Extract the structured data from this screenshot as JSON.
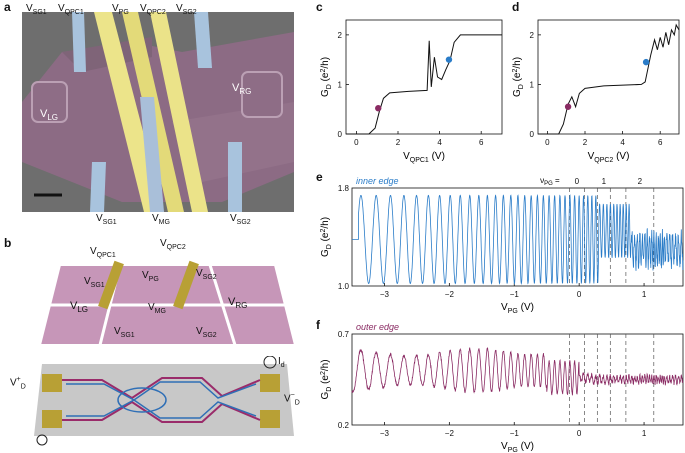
{
  "panel_labels": {
    "a": "a",
    "b": "b",
    "c": "c",
    "d": "d",
    "e": "e",
    "f": "f"
  },
  "panel_a": {
    "top_labels": [
      "V_SG1",
      "V_QPC1",
      "V_PG",
      "V_QPC2",
      "V_SG2"
    ],
    "bottom_labels": [
      "V_SG1",
      "V_MG",
      "V_SG2"
    ],
    "side_labels": {
      "left": "V_LG",
      "right": "V_RG"
    },
    "colors": {
      "sample": "#8f6f86",
      "sg_gates": "#9fb8d6",
      "qpc_gates": "#e6e08a",
      "mg_gate": "#a9bfd9",
      "background": "#6f6f6f"
    }
  },
  "panel_b": {
    "gate_labels": [
      "V_QPC1",
      "V_QPC2",
      "V_SG1",
      "V_PG",
      "V_SG2",
      "V_LG",
      "V_MG",
      "V_RG",
      "V_SG1",
      "V_SG2"
    ],
    "device_labels": [
      "V_SG1",
      "V_PG",
      "V_SG2",
      "V_LG",
      "V_MG",
      "V_RG",
      "V_SG1",
      "V_SG2"
    ],
    "contact_labels": {
      "vplus": "V_D^+",
      "vminus": "V_D^-",
      "current": "I_d"
    },
    "colors": {
      "gate_layer": "#c696b8",
      "device": "#c8c8c8",
      "contacts": "#b8a035",
      "inner_edge": "#2f6fb6",
      "outer_edge": "#9a2b6a"
    }
  },
  "chart_data": [
    {
      "id": "c",
      "type": "line",
      "xlabel": "V_QPC1 (V)",
      "ylabel": "G_D (e^2/h)",
      "xlim": [
        -0.5,
        7
      ],
      "ylim": [
        0,
        2.3
      ],
      "xticks": [
        "0",
        "2",
        "4",
        "6"
      ],
      "yticks": [
        "0",
        "1",
        "2"
      ],
      "series": [
        {
          "values": [
            [
              -0.5,
              0
            ],
            [
              0.6,
              0
            ],
            [
              0.9,
              0.12
            ],
            [
              1.1,
              0.45
            ],
            [
              1.3,
              0.72
            ],
            [
              1.6,
              0.83
            ],
            [
              2.5,
              0.86
            ],
            [
              3.4,
              0.88
            ],
            [
              3.5,
              1.88
            ],
            [
              3.6,
              0.95
            ],
            [
              3.75,
              1.55
            ],
            [
              3.9,
              1.15
            ],
            [
              4.1,
              1.1
            ],
            [
              4.3,
              1.3
            ],
            [
              4.5,
              1.48
            ],
            [
              4.7,
              1.85
            ],
            [
              5.0,
              2.0
            ],
            [
              7,
              2.0
            ]
          ]
        }
      ],
      "markers": [
        {
          "x": 1.05,
          "y": 0.52,
          "color": "#8a2b63"
        },
        {
          "x": 4.45,
          "y": 1.5,
          "color": "#2a7cc8"
        }
      ]
    },
    {
      "id": "d",
      "type": "line",
      "xlabel": "V_QPC2 (V)",
      "ylabel": "G_D (e^2/h)",
      "xlim": [
        -0.5,
        7
      ],
      "ylim": [
        0,
        2.3
      ],
      "xticks": [
        "0",
        "2",
        "4",
        "6"
      ],
      "yticks": [
        "0",
        "1",
        "2"
      ],
      "series": [
        {
          "values": [
            [
              -0.5,
              0
            ],
            [
              0.6,
              0
            ],
            [
              0.85,
              0.2
            ],
            [
              1.1,
              0.6
            ],
            [
              1.3,
              0.75
            ],
            [
              1.5,
              0.55
            ],
            [
              1.7,
              0.82
            ],
            [
              2.0,
              0.92
            ],
            [
              3.0,
              0.97
            ],
            [
              5.0,
              1.0
            ],
            [
              5.2,
              1.05
            ],
            [
              5.5,
              1.6
            ],
            [
              5.7,
              1.9
            ],
            [
              5.85,
              1.7
            ],
            [
              6.0,
              1.95
            ],
            [
              6.15,
              1.75
            ],
            [
              6.3,
              2.05
            ],
            [
              6.45,
              1.8
            ],
            [
              6.6,
              2.1
            ],
            [
              6.75,
              2.0
            ],
            [
              6.85,
              2.2
            ],
            [
              7,
              2.1
            ]
          ]
        }
      ],
      "markers": [
        {
          "x": 1.1,
          "y": 0.55,
          "color": "#8a2b63"
        },
        {
          "x": 5.25,
          "y": 1.45,
          "color": "#2a7cc8"
        }
      ]
    },
    {
      "id": "e",
      "type": "line",
      "subtitle": "inner edge",
      "xlabel": "V_PG (V)",
      "ylabel": "G_D (e^2/h)",
      "xlim": [
        -3.5,
        1.6
      ],
      "ylim": [
        1.0,
        1.8
      ],
      "xticks": [
        "-3",
        "-2",
        "-1",
        "0",
        "1"
      ],
      "yticks": [
        "1.0",
        "1.8"
      ],
      "color": "#2a7cc8",
      "nu_labels": {
        "nu": "ν_PG =",
        "values": [
          "0",
          "1",
          "2"
        ]
      },
      "dashed_x": [
        -0.15,
        0.08,
        0.28,
        0.48,
        0.72,
        1.15
      ]
    },
    {
      "id": "f",
      "type": "line",
      "subtitle": "outer edge",
      "xlabel": "V_PG (V)",
      "ylabel": "G_D (e^2/h)",
      "xlim": [
        -3.5,
        1.6
      ],
      "ylim": [
        0.2,
        0.7
      ],
      "xticks": [
        "-3",
        "-2",
        "-1",
        "0",
        "1"
      ],
      "yticks": [
        "0.2",
        "0.7"
      ],
      "color": "#8a2b63",
      "dashed_x": [
        -0.15,
        0.08,
        0.28,
        0.48,
        0.72,
        1.15
      ]
    }
  ]
}
